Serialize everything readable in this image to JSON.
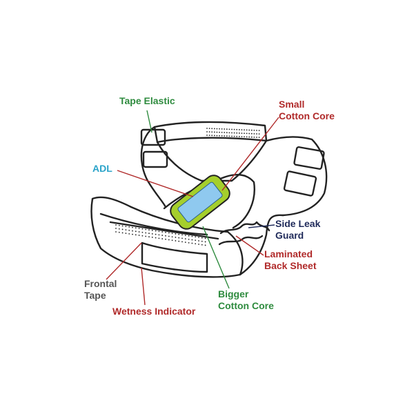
{
  "colors": {
    "green": "#2e8b3e",
    "red": "#b02a2a",
    "teal": "#2aa3c9",
    "navy": "#1f2a5a",
    "gray": "#555555",
    "adl_fill": "#8fc9ef",
    "core_fill": "#a5cf2c",
    "outline": "#222222"
  },
  "labels": {
    "tape_elastic": {
      "line1": "Tape Elastic"
    },
    "small_cotton_core": {
      "line1": "Small",
      "line2": "Cotton Core"
    },
    "adl": {
      "line1": "ADL"
    },
    "side_leak_guard": {
      "line1": "Side Leak",
      "line2": "Guard"
    },
    "laminated_back_sheet": {
      "line1": "Laminated",
      "line2": "Back Sheet"
    },
    "frontal_tape": {
      "line1": "Frontal",
      "line2": "Tape"
    },
    "bigger_cotton_core": {
      "line1": "Bigger",
      "line2": "Cotton Core"
    },
    "wetness_indicator": {
      "line1": "Wetness Indicator"
    }
  }
}
